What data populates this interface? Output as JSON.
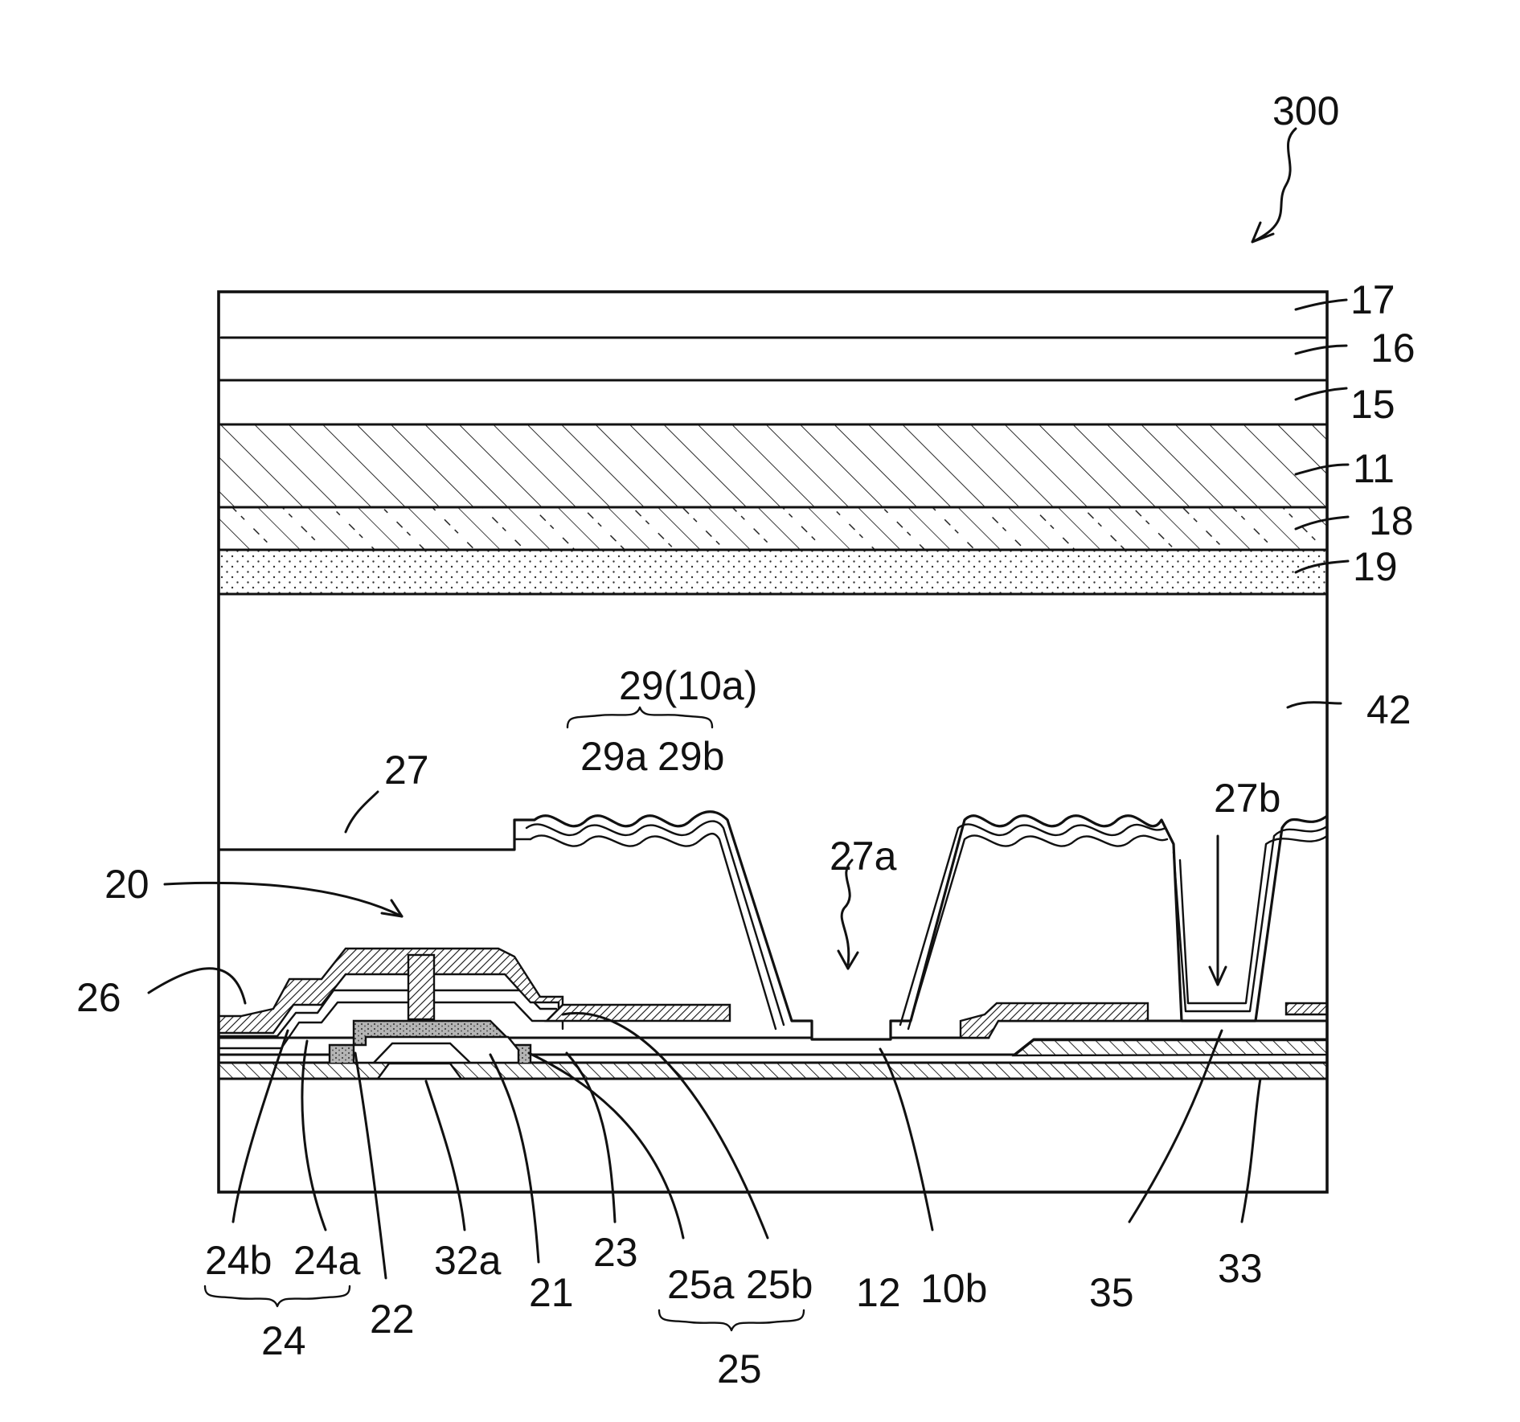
{
  "figure": {
    "device_label": "300",
    "labels": {
      "l17": "17",
      "l16": "16",
      "l15": "15",
      "l11": "11",
      "l18": "18",
      "l19": "19",
      "l42": "42",
      "l29_10a": "29(10a)",
      "l29a": "29a",
      "l29b": "29b",
      "l27": "27",
      "l27a": "27a",
      "l27b": "27b",
      "l20": "20",
      "l26": "26",
      "l24b": "24b",
      "l24a": "24a",
      "l24": "24",
      "l22": "22",
      "l32a": "32a",
      "l21": "21",
      "l23": "23",
      "l25a": "25a",
      "l25b": "25b",
      "l25": "25",
      "l12": "12",
      "l10b": "10b",
      "l35": "35",
      "l33": "33"
    }
  }
}
